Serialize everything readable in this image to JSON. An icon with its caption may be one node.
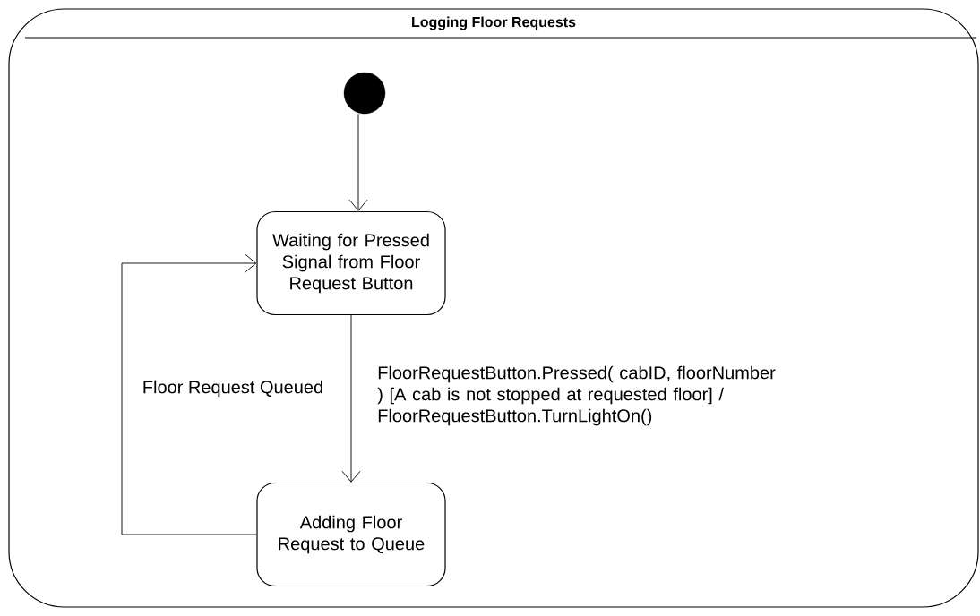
{
  "diagram": {
    "nodes": [
      {
        "text": [
          "Logging Floor Requests"
        ]
      },
      {
        "text": [],
        "shape": "circle",
        "in": 0
      },
      {
        "text": [
          "Waiting for Pressed Signal from Floor Request Button"
        ],
        "in": 0
      },
      {
        "text": [
          "Adding Floor Request to Queue"
        ],
        "in": 0
      }
    ],
    "edges": [
      {
        "from": 1,
        "to": 2,
        "arrow": "to"
      },
      {
        "from": 2,
        "to": 3,
        "arrow": "to",
        "label": "FloorRequestButton.Pressed( cabID, floorNumber ) [A cab is not stopped at requested floor] / FloorRequestButton.TurnLightOn()"
      },
      {
        "from": 3,
        "to": 2,
        "arrow": "to",
        "label": "Floor Request Queued"
      }
    ]
  }
}
